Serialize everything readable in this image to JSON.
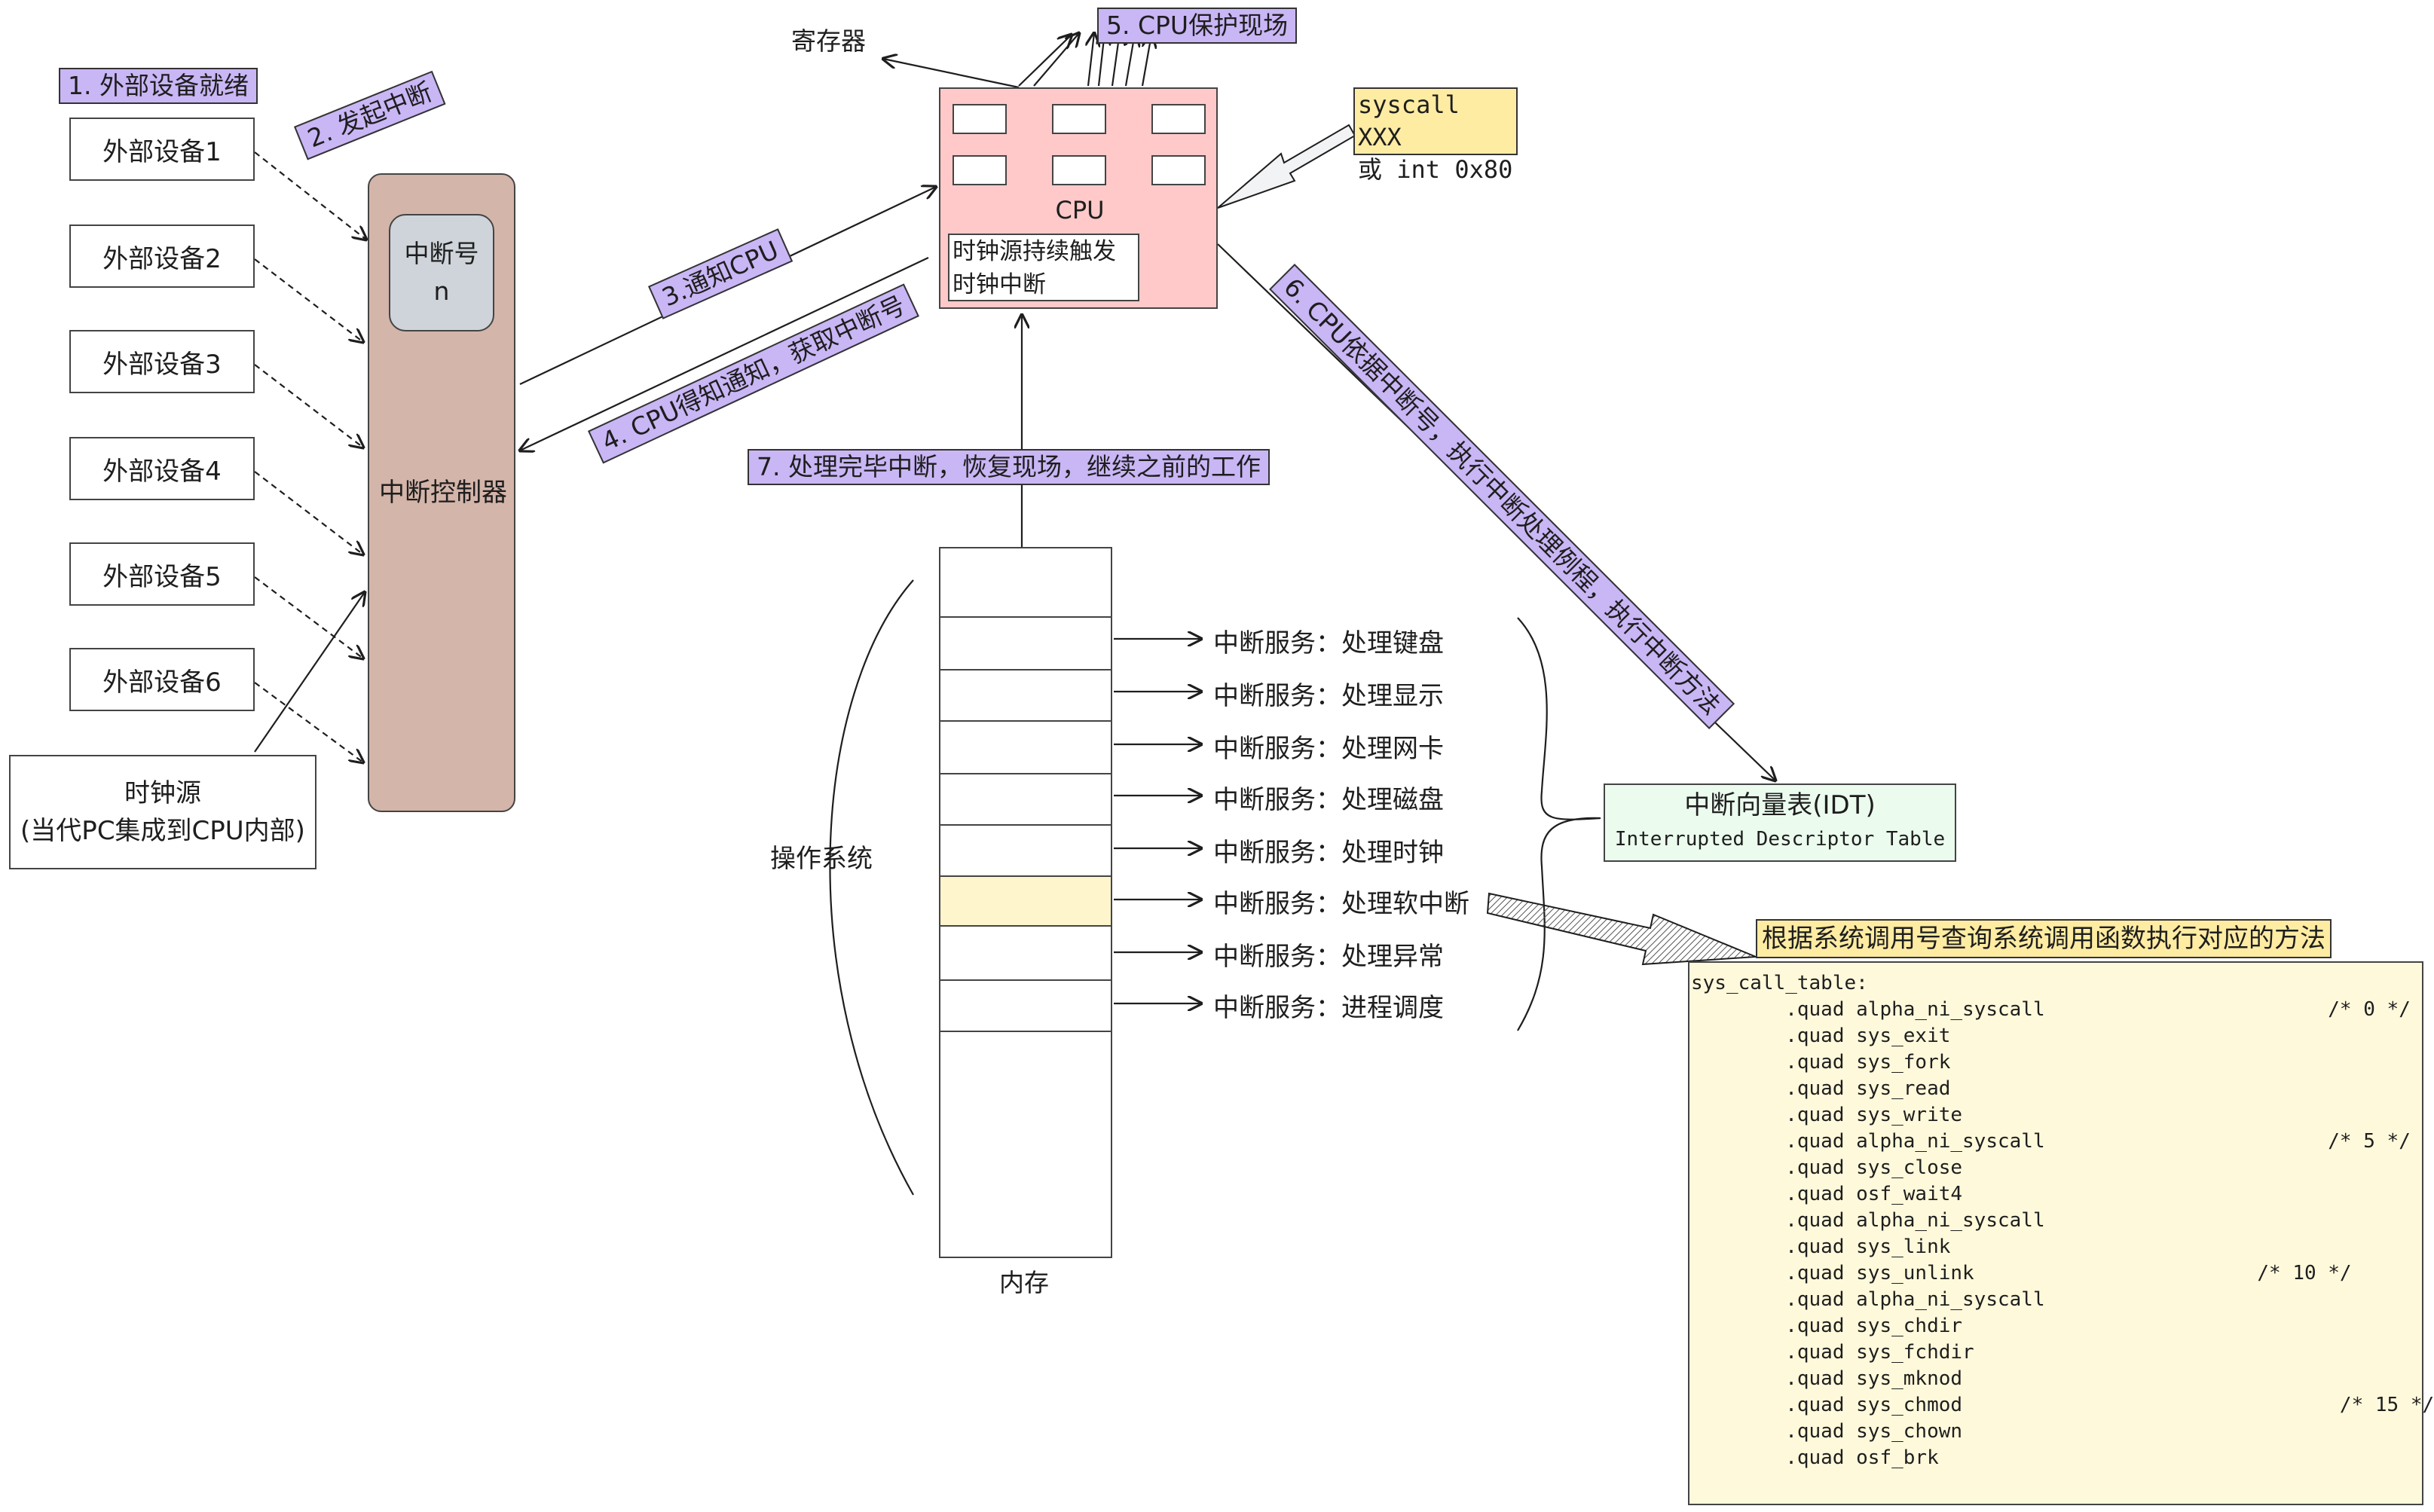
{
  "steps": {
    "s1": "1. 外部设备就绪",
    "s2": "2. 发起中断",
    "s3": "3.通知CPU",
    "s4": "4. CPU得知通知，获取中断号",
    "s5": "5. CPU保护现场",
    "s6": "6. CPU依据中断号，执行中断处理例程，执行中断方法",
    "s7": "7. 处理完毕中断，恢复现场，继续之前的工作"
  },
  "devices": [
    "外部设备1",
    "外部设备2",
    "外部设备3",
    "外部设备4",
    "外部设备5",
    "外部设备6"
  ],
  "clock_source": {
    "line1": "时钟源",
    "line2": "(当代PC集成到CPU内部)"
  },
  "controller": {
    "label": "中断控制器",
    "number_label": "中断号",
    "number_value": "n"
  },
  "cpu": {
    "label": "CPU",
    "clock_note_line1": "时钟源持续触发",
    "clock_note_line2": "时钟中断"
  },
  "registers_label": "寄存器",
  "syscall_note": {
    "line1": "syscall XXX",
    "line2": "或 int 0x80"
  },
  "memory": {
    "label": "内存",
    "os_label": "操作系统"
  },
  "services": [
    "中断服务：处理键盘",
    "中断服务：处理显示",
    "中断服务：处理网卡",
    "中断服务：处理磁盘",
    "中断服务：处理时钟",
    "中断服务：处理软中断",
    "中断服务：处理异常",
    "中断服务：进程调度"
  ],
  "idt": {
    "title": "中断向量表(IDT)",
    "subtitle": "Interrupted Descriptor Table"
  },
  "syscall_table_title": "根据系统调用号查询系统调用函数执行对应的方法",
  "syscall_code": [
    "sys_call_table:",
    "        .quad alpha_ni_syscall                        /* 0 */",
    "        .quad sys_exit",
    "        .quad sys_fork",
    "        .quad sys_read",
    "        .quad sys_write",
    "        .quad alpha_ni_syscall                        /* 5 */",
    "        .quad sys_close",
    "        .quad osf_wait4",
    "        .quad alpha_ni_syscall",
    "        .quad sys_link",
    "        .quad sys_unlink                        /* 10 */",
    "        .quad alpha_ni_syscall",
    "        .quad sys_chdir",
    "        .quad sys_fchdir",
    "        .quad sys_mknod",
    "        .quad sys_chmod                                /* 15 */",
    "        .quad sys_chown",
    "        .quad osf_brk",
    "        .……"
  ],
  "colors": {
    "step_tag": "#c9b6f5",
    "controller": "#d4b5aa",
    "cpu": "#ffc9c9",
    "note": "#ffeca3",
    "idt": "#ebfbee",
    "code_bg": "#fff9db",
    "highlight_slot": "#fff5cc",
    "number_box": "#ced4da"
  }
}
